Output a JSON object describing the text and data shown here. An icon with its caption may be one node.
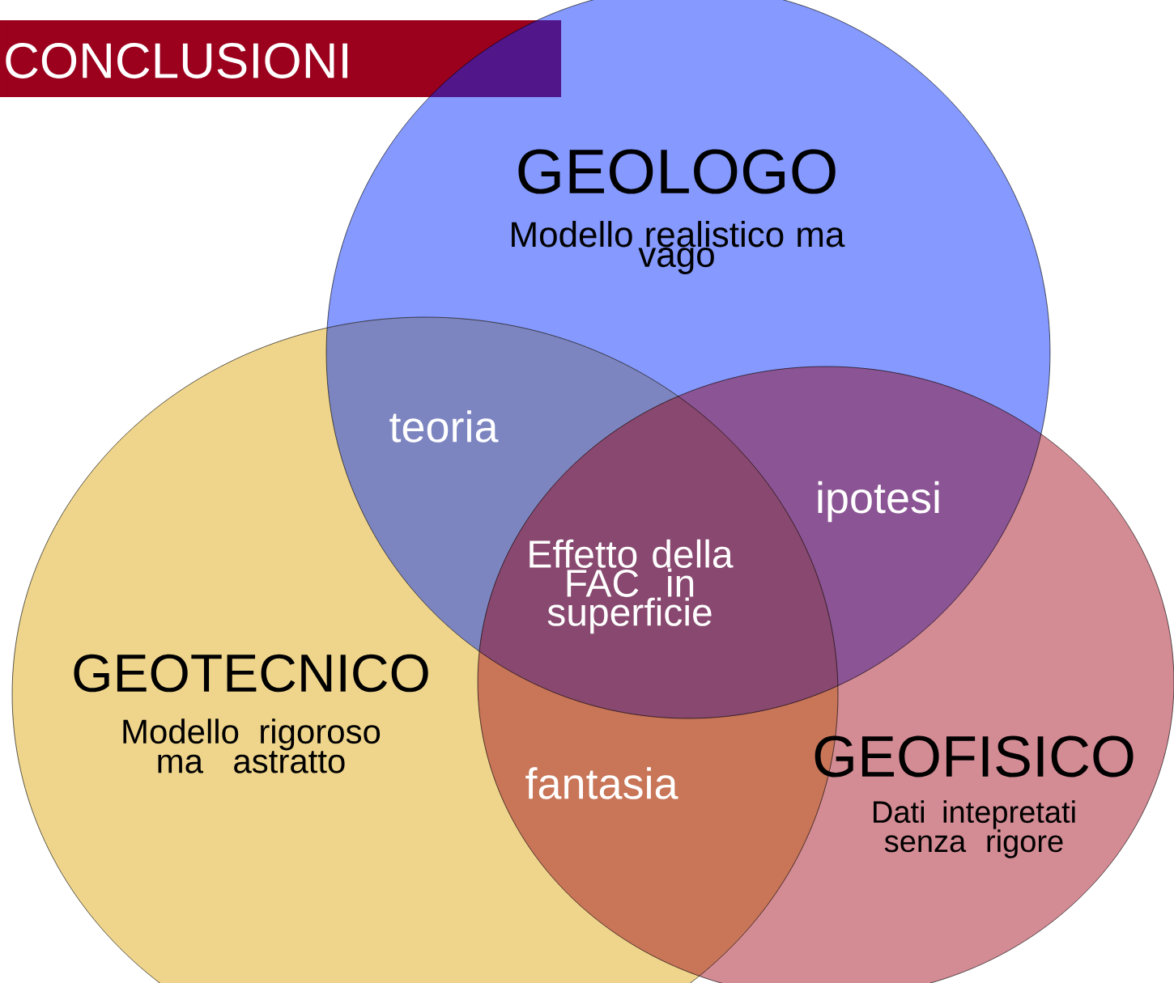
{
  "diagram": {
    "title": "CONCLUSIONI",
    "nodes": [
      {
        "text": [
          "GEOLOGO",
          "Modello realistico ma vago"
        ]
      },
      {
        "text": [
          "GEOTECNICO",
          "Modello rigoroso ma astratto"
        ]
      },
      {
        "text": [
          "GEOFISICO",
          "Dati intepretati senza rigore"
        ]
      }
    ],
    "labels": [
      "teoria",
      "ipotesi",
      "Effetto della FAC in superficie",
      "fantasia"
    ]
  }
}
